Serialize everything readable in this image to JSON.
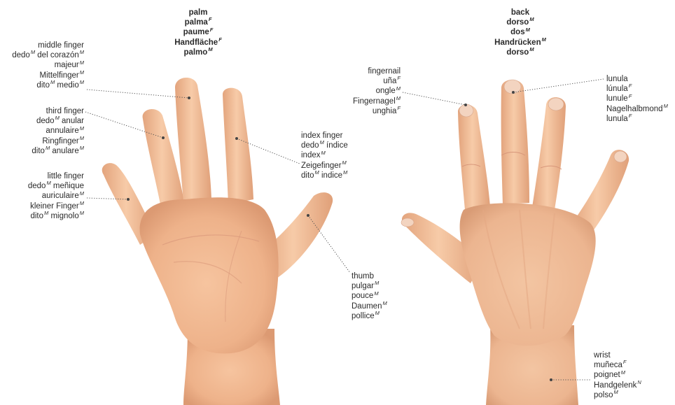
{
  "labels": {
    "palm": [
      {
        "w": "palm",
        "g": ""
      },
      {
        "w": "palma",
        "g": "F"
      },
      {
        "w": "paume",
        "g": "F"
      },
      {
        "w": "Handfläche",
        "g": "F"
      },
      {
        "w": "palmo",
        "g": "M"
      }
    ],
    "back": [
      {
        "w": "back",
        "g": ""
      },
      {
        "w": "dorso",
        "g": "M"
      },
      {
        "w": "dos",
        "g": "M"
      },
      {
        "w": "Handrücken",
        "g": "M"
      },
      {
        "w": "dorso",
        "g": "M"
      }
    ],
    "middle_finger": [
      {
        "w": "middle finger",
        "g": ""
      },
      {
        "w": "dedo",
        "g": "M",
        "w2": " del corazón",
        "g2": "M"
      },
      {
        "w": "majeur",
        "g": "M"
      },
      {
        "w": "Mittelfinger",
        "g": "M"
      },
      {
        "w": "dito",
        "g": "M",
        "w2": " medio",
        "g2": "M"
      }
    ],
    "third_finger": [
      {
        "w": "third finger",
        "g": ""
      },
      {
        "w": "dedo",
        "g": "M",
        "w2": " anular",
        "g2": ""
      },
      {
        "w": "annulaire",
        "g": "M"
      },
      {
        "w": "Ringfinger",
        "g": "M"
      },
      {
        "w": "dito",
        "g": "M",
        "w2": " anulare",
        "g2": "M"
      }
    ],
    "little_finger": [
      {
        "w": "little finger",
        "g": ""
      },
      {
        "w": "dedo",
        "g": "M",
        "w2": " meñique",
        "g2": ""
      },
      {
        "w": "auriculaire",
        "g": "M"
      },
      {
        "w": "kleiner Finger",
        "g": "M"
      },
      {
        "w": "dito",
        "g": "M",
        "w2": " mignolo",
        "g2": "M"
      }
    ],
    "index_finger": [
      {
        "w": "index finger",
        "g": ""
      },
      {
        "w": "dedo",
        "g": "M",
        "w2": " índice",
        "g2": ""
      },
      {
        "w": "index",
        "g": "M"
      },
      {
        "w": "Zeigefinger",
        "g": "M"
      },
      {
        "w": "dito",
        "g": "M",
        "w2": " indice",
        "g2": "M"
      }
    ],
    "thumb": [
      {
        "w": "thumb",
        "g": ""
      },
      {
        "w": "pulgar",
        "g": "M"
      },
      {
        "w": "pouce",
        "g": "M"
      },
      {
        "w": "Daumen",
        "g": "M"
      },
      {
        "w": "pollice",
        "g": "M"
      }
    ],
    "fingernail": [
      {
        "w": "fingernail",
        "g": ""
      },
      {
        "w": "uña",
        "g": "F"
      },
      {
        "w": "ongle",
        "g": "M"
      },
      {
        "w": "Fingernagel",
        "g": "M"
      },
      {
        "w": "unghia",
        "g": "F"
      }
    ],
    "lunula": [
      {
        "w": "lunula",
        "g": ""
      },
      {
        "w": "lúnula",
        "g": "F"
      },
      {
        "w": "lunule",
        "g": "F"
      },
      {
        "w": "Nagelhalbmond",
        "g": "M"
      },
      {
        "w": "lunula",
        "g": "F"
      }
    ],
    "wrist": [
      {
        "w": "wrist",
        "g": ""
      },
      {
        "w": "muñeca",
        "g": "F"
      },
      {
        "w": "poignet",
        "g": "M"
      },
      {
        "w": "Handgelenk",
        "g": "N"
      },
      {
        "w": "polso",
        "g": "M"
      }
    ]
  },
  "colors": {
    "skin_light": "#f7cfaa",
    "skin_mid": "#eeb48a",
    "skin_dark": "#d99a72",
    "nail": "#f3d6c4",
    "leader": "#555555"
  }
}
